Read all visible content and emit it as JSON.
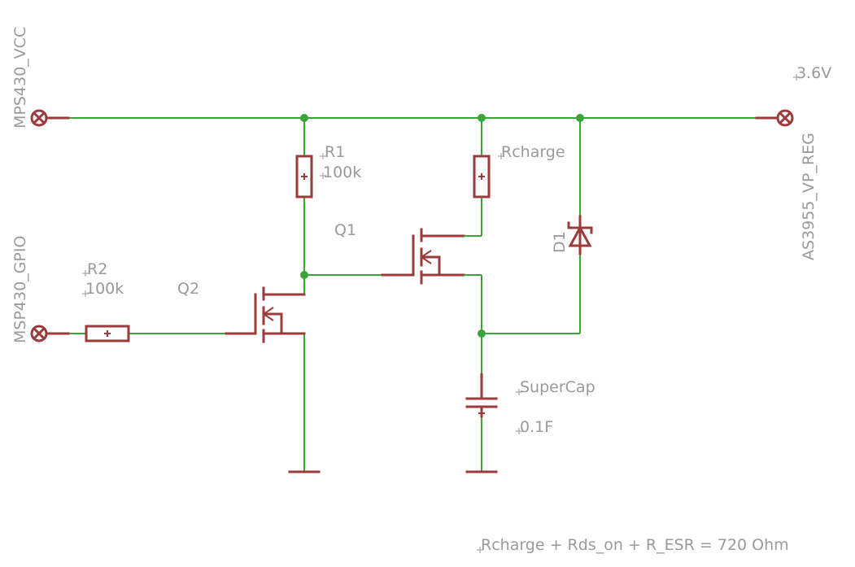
{
  "colors": {
    "wire": "#3aa63a",
    "part": "#9b3b3b",
    "label": "#9a9a9a",
    "background": "#ffffff"
  },
  "labels": {
    "net_vcc": "MPS430_VCC",
    "net_gpio": "MSP430_GPIO",
    "net_vp_reg": "AS3955_VP_REG",
    "voltage_3v6": "3.6V",
    "r1_name": "R1",
    "r1_value": "100k",
    "r2_name": "R2",
    "r2_value": "100k",
    "rcharge_name": "Rcharge",
    "q1_name": "Q1",
    "q2_name": "Q2",
    "d1_name": "D1",
    "cap_name": "SuperCap",
    "cap_value": "0.1F",
    "equation": "Rcharge + Rds_on + R_ESR = 720 Ohm"
  },
  "icons": {
    "connector": "connector-x-icon",
    "resistor": "resistor-icon",
    "mosfet": "mosfet-icon",
    "zener": "zener-diode-icon",
    "capacitor": "capacitor-icon",
    "ground": "ground-icon"
  }
}
